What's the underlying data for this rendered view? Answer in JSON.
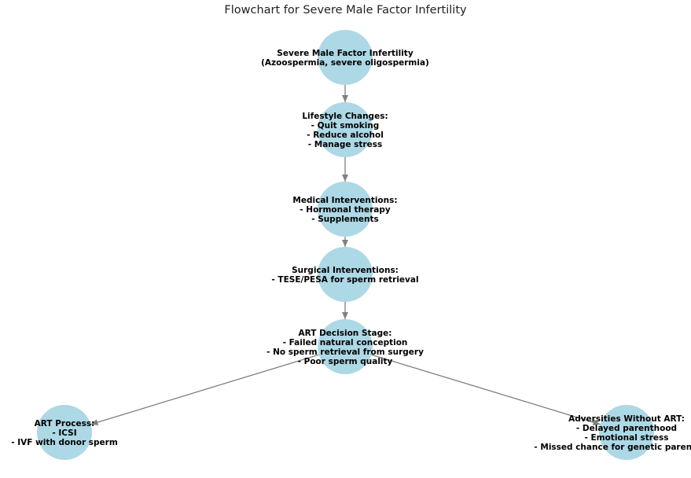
{
  "title": "Flowchart for Severe Male Factor Infertility",
  "colors": {
    "node_fill": "#add8e6",
    "edge": "#808080",
    "text": "#000000"
  },
  "nodes": [
    {
      "id": "severe",
      "lines": [
        "Severe Male Factor Infertility",
        "(Azoospermia, severe oligospermia)"
      ]
    },
    {
      "id": "lifestyle",
      "lines": [
        "Lifestyle Changes:",
        "- Quit smoking",
        "- Reduce alcohol",
        "- Manage stress"
      ]
    },
    {
      "id": "medical",
      "lines": [
        "Medical Interventions:",
        "- Hormonal therapy",
        "- Supplements"
      ]
    },
    {
      "id": "surgical",
      "lines": [
        "Surgical Interventions:",
        "- TESE/PESA for sperm retrieval"
      ]
    },
    {
      "id": "art_decision",
      "lines": [
        "ART Decision Stage:",
        "- Failed natural conception",
        "- No sperm retrieval from surgery",
        "- Poor sperm quality"
      ]
    },
    {
      "id": "art_process",
      "lines": [
        "ART Process:",
        "- ICSI",
        "- IVF with donor sperm"
      ]
    },
    {
      "id": "adversities",
      "lines": [
        "Adversities Without ART:",
        "- Delayed parenthood",
        "- Emotional stress",
        "- Missed chance for genetic parenthood"
      ]
    }
  ],
  "edges": [
    {
      "from": "severe",
      "to": "lifestyle"
    },
    {
      "from": "lifestyle",
      "to": "medical"
    },
    {
      "from": "medical",
      "to": "surgical"
    },
    {
      "from": "surgical",
      "to": "art_decision"
    },
    {
      "from": "art_decision",
      "to": "art_process"
    },
    {
      "from": "art_decision",
      "to": "adversities"
    }
  ]
}
